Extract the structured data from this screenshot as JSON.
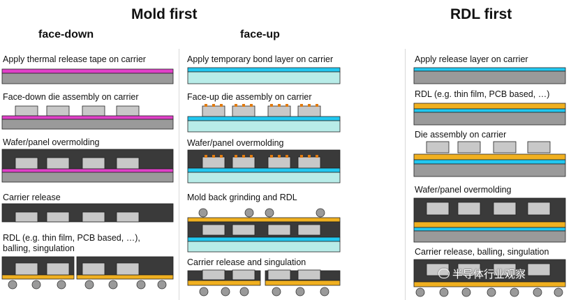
{
  "headers": {
    "mold_first": "Mold first",
    "rdl_first": "RDL first",
    "face_down": "face-down",
    "face_up": "face-up"
  },
  "face_down_steps": [
    "Apply thermal release tape on carrier",
    "Face-down die assembly on carrier",
    "Wafer/panel overmolding",
    "Carrier release",
    "RDL (e.g. thin film, PCB based, …),",
    "balling, singulation"
  ],
  "face_up_steps": [
    "Apply temporary bond layer on carrier",
    "Face-up die assembly on carrier",
    "Wafer/panel overmolding",
    "Mold back grinding and RDL",
    "Carrier release and singulation"
  ],
  "rdl_first_steps": [
    "Apply release layer on carrier",
    "RDL (e.g. thin film, PCB based, …)",
    "Die assembly on carrier",
    "Wafer/panel overmolding",
    "Carrier release, balling, singulation"
  ],
  "watermark": "半导体行业观察",
  "colors": {
    "mold": "#3a3a3a",
    "die": "#c8c8c8",
    "carrier": "#9a9a9a",
    "tape": "#e040c8",
    "bond_layer": "#b8ece8",
    "release_layer": "#22c8f0",
    "rdl": "#f0b020",
    "pad": "#e07a10",
    "ball": "#9a9a9a"
  }
}
